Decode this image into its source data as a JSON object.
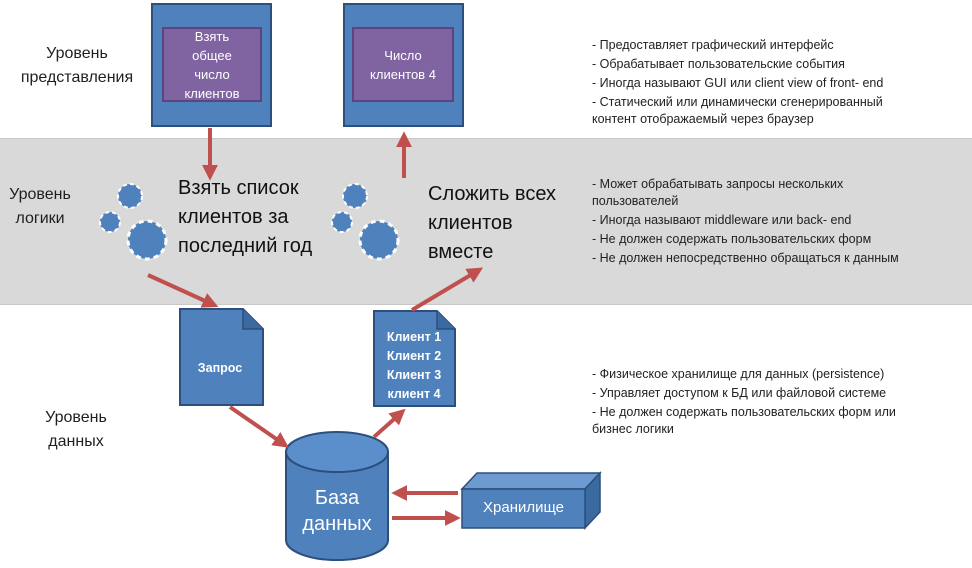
{
  "levels": {
    "presentation": "Уровень\nпредставления",
    "logic": "Уровень\nлогики",
    "data": "Уровень\nданных"
  },
  "screens": {
    "total_clients": "Взять\nобщее\nчисло\nклиентов",
    "client_count": "Число\nклиентов 4"
  },
  "logic": {
    "get_list": "Взять список\nклиентов за\nпоследний год",
    "sum_all": "Сложить всех\nклиентов\nвместе"
  },
  "bullets": {
    "presentation": [
      "- Предоставляет графический интерфейс",
      "- Обрабатывает пользовательские события",
      "- Иногда называют GUI или client view of front- end",
      "- Статический или динамически сгенерированный\nконтент отображаемый через браузер"
    ],
    "logic": [
      "- Может обрабатывать запросы нескольких\n  пользователей",
      "- Иногда называют middleware или back- end",
      "- Не должен  содержать пользовательских форм",
      "- Не должен непосредственно обращаться к данным"
    ],
    "data": [
      "- Физическое хранилище для данных (persistence)",
      "- Управляет доступом к БД или файловой системе",
      "- Не должен содержать пользовательских форм или\nбизнес логики"
    ]
  },
  "documents": {
    "query": "Запрос",
    "result": "Клиент 1\nКлиент 2\nКлиент 3\nклиент 4"
  },
  "database": "База\nданных",
  "storage": "Хранилище",
  "colors": {
    "box_blue": "#4f81bd",
    "box_border": "#2c4f7c",
    "screen_purple": "#8064a2",
    "arrow_red": "#c0504d",
    "band_gray": "#d9d9d9"
  }
}
